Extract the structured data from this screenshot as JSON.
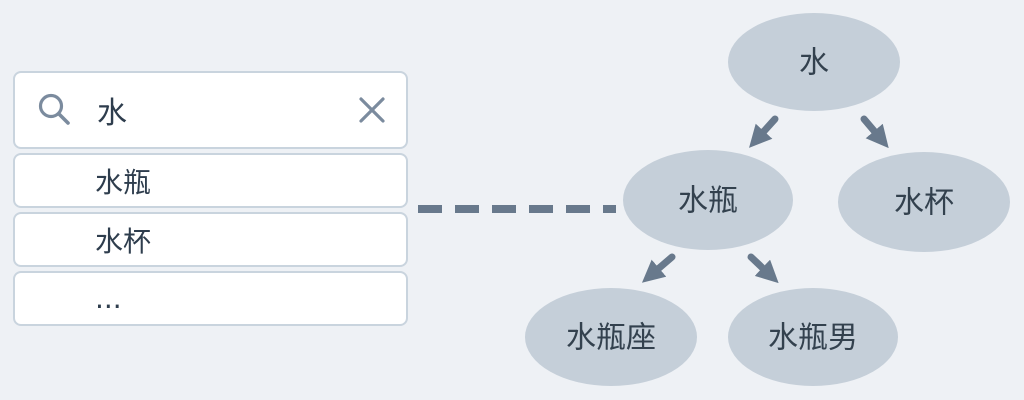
{
  "page": {
    "background_color": "#eef1f5",
    "description": "Search autocomplete panel linked to a word-prefix tree diagram"
  },
  "search_panel": {
    "query": "水",
    "icons": {
      "search_icon": "magnifier",
      "clear_icon": "x-cross"
    },
    "suggestions": [
      "水瓶",
      "水杯",
      "..."
    ]
  },
  "diagram": {
    "nodes": [
      {
        "id": "water",
        "label": "水"
      },
      {
        "id": "water-bottle",
        "label": "水瓶"
      },
      {
        "id": "water-cup",
        "label": "水杯"
      },
      {
        "id": "aquarius",
        "label": "水瓶座"
      },
      {
        "id": "aquarius-man",
        "label": "水瓶男"
      }
    ],
    "edges": [
      {
        "from": "water",
        "to": "water-bottle"
      },
      {
        "from": "water",
        "to": "water-cup"
      },
      {
        "from": "water-bottle",
        "to": "aquarius"
      },
      {
        "from": "water-bottle",
        "to": "aquarius-man"
      }
    ],
    "dashed_link": {
      "from": "suggestions-list",
      "to": "water-bottle",
      "style": "dashed"
    }
  },
  "colors": {
    "background": "#eef1f5",
    "panel_bg": "#ffffff",
    "panel_border": "#c9d4de",
    "text_dark": "#2e3d4d",
    "icon_slate": "#7b8b9e",
    "node_fill": "#c5cfd9",
    "node_text": "#33414e",
    "connector": "#68798c"
  }
}
